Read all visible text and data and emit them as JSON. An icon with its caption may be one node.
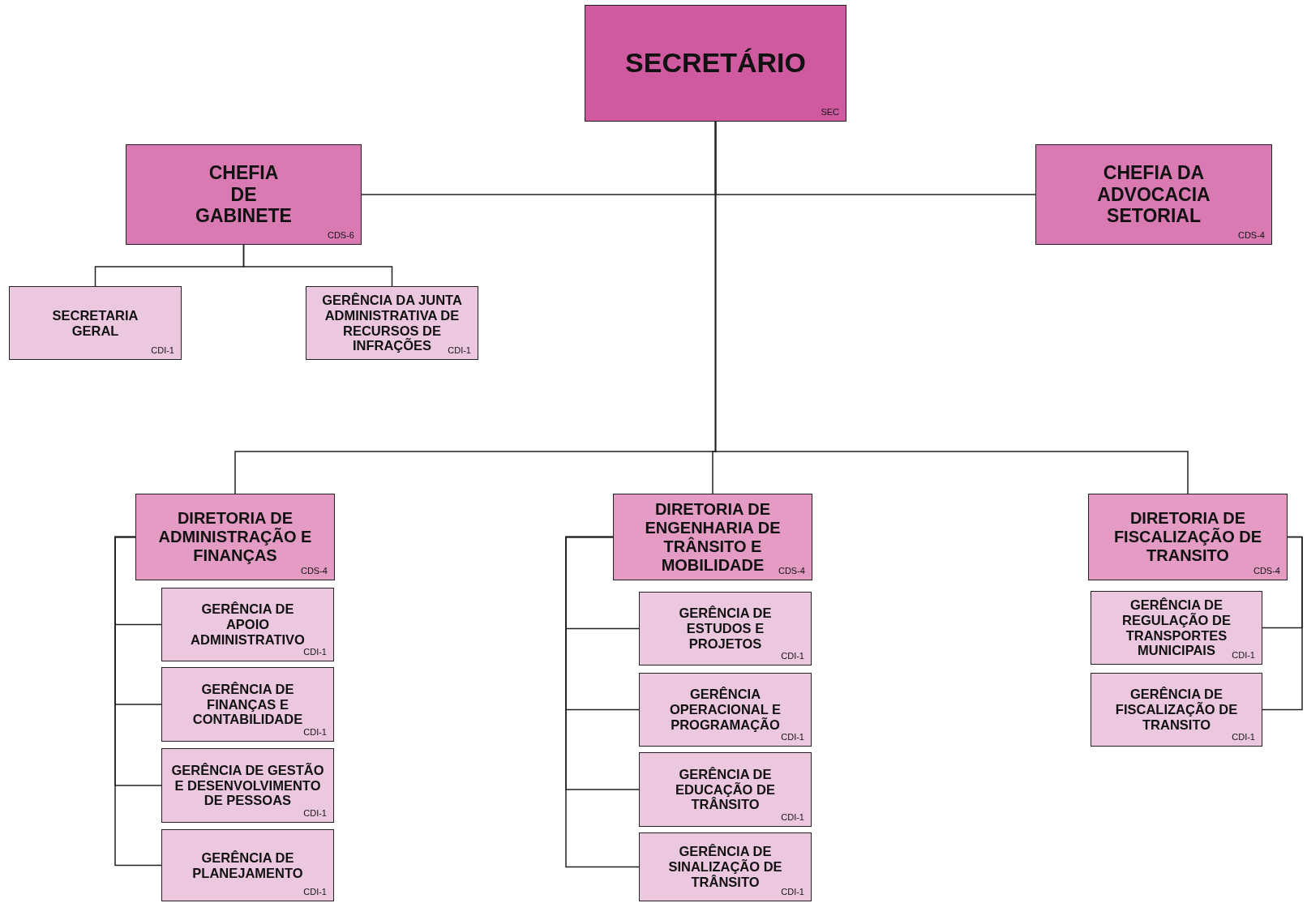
{
  "diagram": {
    "nodes": [
      {
        "text": [
          "SECRETÁRIO",
          "SEC"
        ]
      },
      {
        "text": [
          "CHEFIA DE GABINETE",
          "CDS-6"
        ]
      },
      {
        "text": [
          "CHEFIA DA ADVOCACIA SETORIAL",
          "CDS-4"
        ]
      },
      {
        "text": [
          "SECRETARIA GERAL",
          "CDI-1"
        ]
      },
      {
        "text": [
          "GERÊNCIA DA JUNTA ADMINISTRATIVA DE RECURSOS DE INFRAÇÕES",
          "CDI-1"
        ]
      },
      {
        "text": [
          "DIRETORIA DE ADMINISTRAÇÃO E FINANÇAS",
          "CDS-4"
        ]
      },
      {
        "text": [
          "GERÊNCIA DE APOIO ADMINISTRATIVO",
          "CDI-1"
        ]
      },
      {
        "text": [
          "GERÊNCIA DE FINANÇAS E CONTABILIDADE",
          "CDI-1"
        ]
      },
      {
        "text": [
          "GERÊNCIA DE GESTÃO E DESENVOLVIMENTO DE PESSOAS",
          "CDI-1"
        ]
      },
      {
        "text": [
          "GERÊNCIA DE PLANEJAMENTO",
          "CDI-1"
        ]
      },
      {
        "text": [
          "DIRETORIA DE ENGENHARIA DE TRÂNSITO E MOBILIDADE",
          "CDS-4"
        ]
      },
      {
        "text": [
          "GERÊNCIA DE ESTUDOS E PROJETOS",
          "CDI-1"
        ]
      },
      {
        "text": [
          "GERÊNCIA OPERACIONAL E PROGRAMAÇÃO",
          "CDI-1"
        ]
      },
      {
        "text": [
          "GERÊNCIA DE EDUCAÇÃO DE TRÂNSITO",
          "CDI-1"
        ]
      },
      {
        "text": [
          "GERÊNCIA DE SINALIZAÇÃO DE TRÂNSITO",
          "CDI-1"
        ]
      },
      {
        "text": [
          "DIRETORIA DE FISCALIZAÇÃO DE TRANSITO",
          "CDS-4"
        ]
      },
      {
        "text": [
          "GERÊNCIA DE REGULAÇÃO DE TRANSPORTES MUNICIPAIS",
          "CDI-1"
        ]
      },
      {
        "text": [
          "GERÊNCIA DE FISCALIZAÇÃO DE TRANSITO",
          "CDI-1"
        ]
      }
    ],
    "edges": [
      {
        "from": 0,
        "to": 1,
        "arrow": "none"
      },
      {
        "from": 0,
        "to": 2,
        "arrow": "none"
      },
      {
        "from": 1,
        "to": 3,
        "arrow": "none"
      },
      {
        "from": 1,
        "to": 4,
        "arrow": "none"
      },
      {
        "from": 0,
        "to": 5,
        "arrow": "none"
      },
      {
        "from": 0,
        "to": 10,
        "arrow": "none"
      },
      {
        "from": 0,
        "to": 15,
        "arrow": "none"
      },
      {
        "from": 5,
        "to": 6,
        "arrow": "none"
      },
      {
        "from": 5,
        "to": 7,
        "arrow": "none"
      },
      {
        "from": 5,
        "to": 8,
        "arrow": "none"
      },
      {
        "from": 5,
        "to": 9,
        "arrow": "none"
      },
      {
        "from": 10,
        "to": 11,
        "arrow": "none"
      },
      {
        "from": 10,
        "to": 12,
        "arrow": "none"
      },
      {
        "from": 10,
        "to": 13,
        "arrow": "none"
      },
      {
        "from": 10,
        "to": 14,
        "arrow": "none"
      },
      {
        "from": 15,
        "to": 16,
        "arrow": "none"
      },
      {
        "from": 15,
        "to": 17,
        "arrow": "none"
      }
    ]
  }
}
